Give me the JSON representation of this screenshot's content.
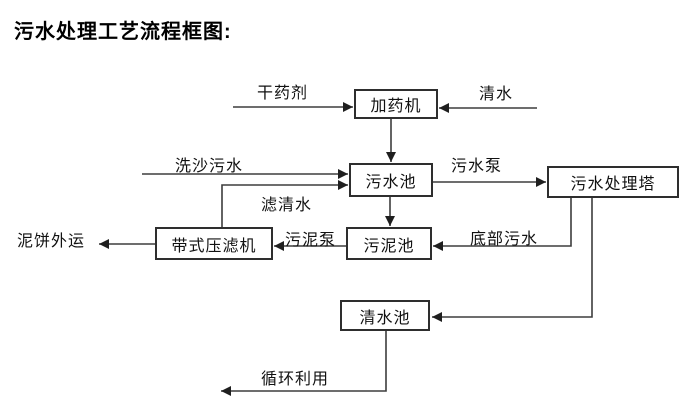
{
  "title": "污水处理工艺流程框图:",
  "diagram": {
    "nodes": [
      {
        "name": "dosing-machine",
        "label": "加药机"
      },
      {
        "name": "sewage-pool",
        "label": "污水池"
      },
      {
        "name": "sewage-treatment-tower",
        "label": "污水处理塔"
      },
      {
        "name": "sludge-pool",
        "label": "污泥池"
      },
      {
        "name": "belt-filter-press",
        "label": "带式压滤机"
      },
      {
        "name": "clean-water-pool",
        "label": "清水池"
      }
    ],
    "flow_labels": [
      {
        "name": "dry-chemical",
        "label": "干药剂"
      },
      {
        "name": "clean-water",
        "label": "清水"
      },
      {
        "name": "sand-washing-sewage",
        "label": "洗沙污水"
      },
      {
        "name": "sewage-pump",
        "label": "污水泵"
      },
      {
        "name": "filtered-water",
        "label": "滤清水"
      },
      {
        "name": "sludge-pump",
        "label": "污泥泵"
      },
      {
        "name": "bottom-sewage",
        "label": "底部污水"
      },
      {
        "name": "mud-cake-transport",
        "label": "泥饼外运"
      },
      {
        "name": "recycle-use",
        "label": "循环利用"
      }
    ],
    "colors": {
      "line": "#3d3d3d",
      "arrowhead": "#1f1f1f",
      "box_border": "#2e2e2e",
      "text": "#000000",
      "background": "#ffffff"
    }
  }
}
